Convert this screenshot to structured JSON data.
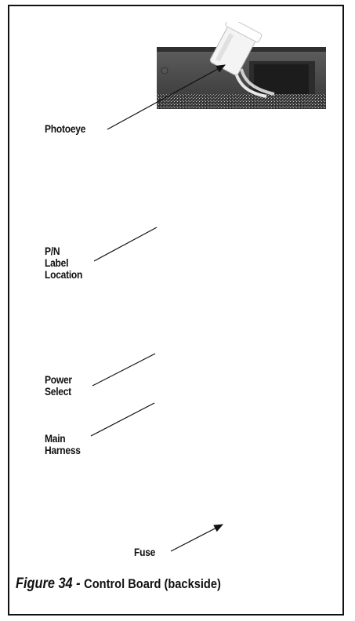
{
  "labels": {
    "photoeye": "Photoeye",
    "pn_label": [
      "P/N",
      "Label",
      "Location"
    ],
    "power_select": [
      "Power",
      "Select"
    ],
    "main_harness": [
      "Main",
      "Harness"
    ],
    "fuse": "Fuse"
  },
  "caption": {
    "figure": "Figure 34 -",
    "description": "Control Board (backside)"
  },
  "colors": {
    "ink": "#111111",
    "board_dark": "#4a4a4a",
    "board_mid": "#6e6e6e",
    "photoeye_white": "#f2f2f2"
  }
}
